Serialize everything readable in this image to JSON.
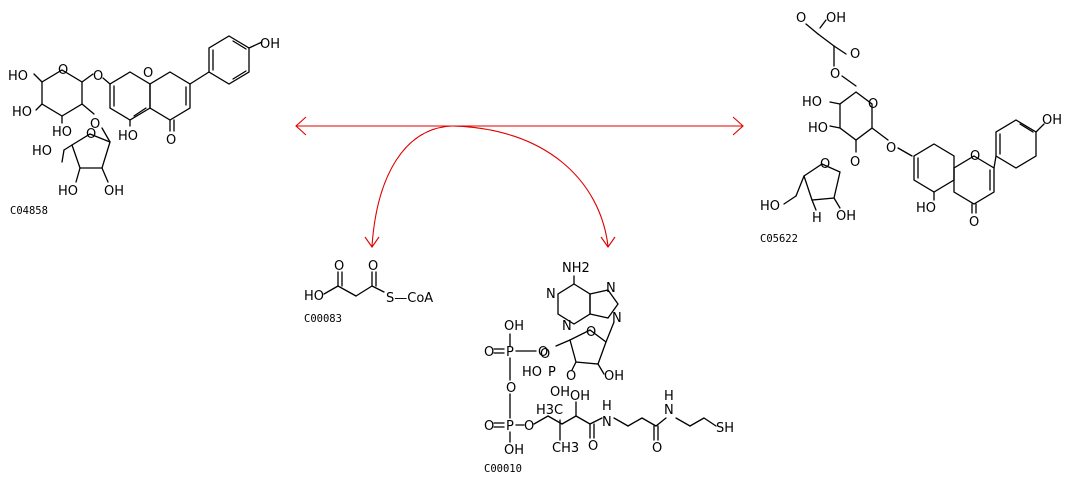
{
  "diagram": {
    "arrow_color": "#e00000",
    "compounds": [
      {
        "id": "C04858",
        "label": "C04858"
      },
      {
        "id": "C05622",
        "label": "C05622"
      },
      {
        "id": "C00083",
        "label": "C00083",
        "formula": "HO–C(=O)–CH2–C(=O)–S–CoA"
      },
      {
        "id": "C00010",
        "label": "C00010"
      }
    ],
    "atoms": {
      "OH": "OH",
      "HO": "HO",
      "O": "O",
      "H": "H",
      "P": "P",
      "N": "N",
      "NH2": "NH2",
      "NH": "N",
      "H_sub": "H",
      "S_CoA": "S—CoA",
      "SH": "SH",
      "H3C": "H3C",
      "CH3": "CH3"
    }
  }
}
